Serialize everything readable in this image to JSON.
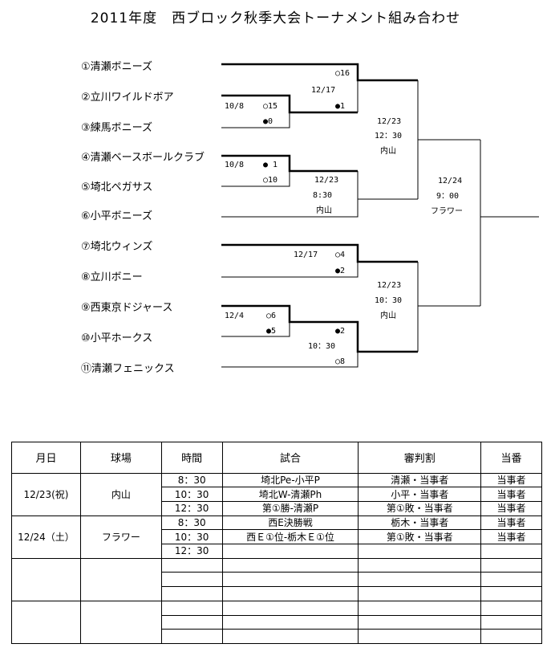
{
  "title": "2011年度　西ブロック秋季大会トーナメント組み合わせ",
  "teams": [
    "①清瀬ボニーズ",
    "②立川ワイルドボア",
    "③練馬ボニーズ",
    "④清瀬ベースボールクラブ",
    "⑤埼北ペガサス",
    "⑥小平ボニーズ",
    "⑦埼北ウィンズ",
    "⑧立川ボニー",
    "⑨西東京ドジャース",
    "⑩小平ホークス",
    "⑪清瀬フェニックス"
  ],
  "labels": {
    "m1_date": "10/8",
    "m1_s15": "○15",
    "m1_s0": "●0",
    "m2_date": "10/8",
    "m2_s1": "● 1",
    "m2_s10": "○10",
    "m3_date": "12/17",
    "m3_s16": "○16",
    "m3_s1": "●1",
    "m4_date": "12/23",
    "m4_time": "8:30",
    "m4_venue": "内山",
    "m5_date": "12/23",
    "m5_time": "12：30",
    "m5_venue": "内山",
    "m6_date": "12/17",
    "m6_s4": "○4",
    "m6_s2": "●2",
    "m7_date": "12/4",
    "m7_s6": "○6",
    "m7_s5": "●5",
    "m8_time": "10：30",
    "m8_s2": "●2",
    "m8_s8": "○8",
    "m9_date": "12/23",
    "m9_time": "10：30",
    "m9_venue": "内山",
    "f_date": "12/24",
    "f_time": "9：00",
    "f_venue": "フラワー"
  },
  "schedule": {
    "headers": [
      "月日",
      "球場",
      "時間",
      "試合",
      "審判割",
      "当番"
    ],
    "days": [
      {
        "date": "12/23(祝)",
        "venue": "内山",
        "rows": [
          {
            "time": "8：30",
            "match": "埼北Pe-小平P",
            "umpire": "清瀬・当事者",
            "duty": "当事者"
          },
          {
            "time": "10：30",
            "match": "埼北W-清瀬Ph",
            "umpire": "小平・当事者",
            "duty": "当事者"
          },
          {
            "time": "12：30",
            "match": "第①勝-清瀬P",
            "umpire": "第①敗・当事者",
            "duty": "当事者"
          }
        ]
      },
      {
        "date": "12/24（土）",
        "venue": "フラワー",
        "rows": [
          {
            "time": "8：30",
            "match": "西E決勝戦",
            "umpire": "栃木・当事者",
            "duty": "当事者"
          },
          {
            "time": "10：30",
            "match": "西Ｅ①位-栃木Ｅ①位",
            "umpire": "第①敗・当事者",
            "duty": "当事者"
          },
          {
            "time": "12：30",
            "match": "",
            "umpire": "",
            "duty": ""
          }
        ]
      }
    ]
  }
}
